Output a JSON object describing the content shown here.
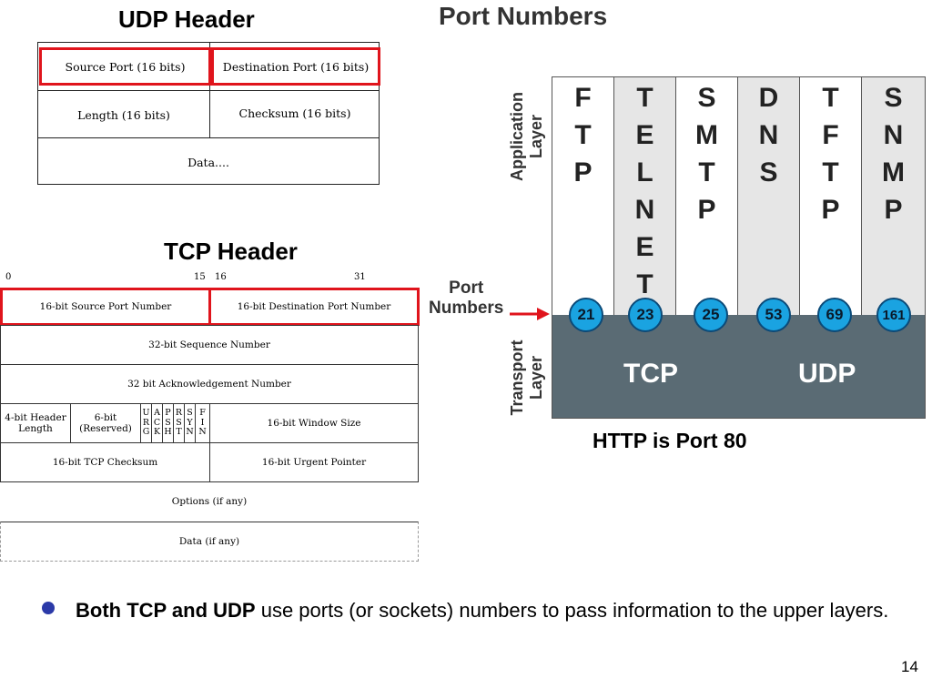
{
  "udp": {
    "title": "UDP Header",
    "source_port": "Source Port (16 bits)",
    "dest_port": "Destination Port (16 bits)",
    "length": "Length (16 bits)",
    "checksum": "Checksum (16 bits)",
    "data": "Data...."
  },
  "tcp": {
    "title": "TCP Header",
    "bits": {
      "b0": "0",
      "b15": "15",
      "b16": "16",
      "b31": "31"
    },
    "source_port": "16-bit Source Port Number",
    "dest_port": "16-bit Destination Port Number",
    "sequence": "32-bit Sequence Number",
    "ack": "32 bit Acknowledgement Number",
    "header_length": "4-bit Header Length",
    "reserved": "6-bit (Reserved)",
    "flags": [
      {
        "l1": "U",
        "l2": "R",
        "l3": "G"
      },
      {
        "l1": "A",
        "l2": "C",
        "l3": "K"
      },
      {
        "l1": "P",
        "l2": "S",
        "l3": "H"
      },
      {
        "l1": "R",
        "l2": "S",
        "l3": "T"
      },
      {
        "l1": "S",
        "l2": "Y",
        "l3": "N"
      },
      {
        "l1": "F",
        "l2": "I",
        "l3": "N"
      }
    ],
    "window": "16-bit Window Size",
    "checksum": "16-bit TCP Checksum",
    "urgent": "16-bit Urgent Pointer",
    "options": "Options (if any)",
    "data": "Data (if any)"
  },
  "ports": {
    "title": "Port Numbers",
    "app_layer_l1": "Application",
    "app_layer_l2": "Layer",
    "transport_l1": "Transport",
    "transport_l2": "Layer",
    "port_label_l1": "Port",
    "port_label_l2": "Numbers",
    "columns": [
      {
        "letters": [
          "F",
          "T",
          "P"
        ],
        "port": "21"
      },
      {
        "letters": [
          "T",
          "E",
          "L",
          "N",
          "E",
          "T"
        ],
        "port": "23"
      },
      {
        "letters": [
          "S",
          "M",
          "T",
          "P"
        ],
        "port": "25"
      },
      {
        "letters": [
          "D",
          "N",
          "S"
        ],
        "port": "53"
      },
      {
        "letters": [
          "T",
          "F",
          "T",
          "P"
        ],
        "port": "69"
      },
      {
        "letters": [
          "S",
          "N",
          "M",
          "P"
        ],
        "port": "161"
      }
    ],
    "tcp_label": "TCP",
    "udp_label": "UDP",
    "http_note": "HTTP is Port 80"
  },
  "bullet": {
    "bold": "Both TCP and UDP",
    "rest": " use ports (or sockets) numbers to pass information to the upper layers."
  },
  "page_number": "14",
  "colors": {
    "highlight": "#e0141c",
    "circle": "#1aa3e1",
    "transport_band": "#5a6b74",
    "alt_column": "#e6e6e6",
    "bullet": "#2b3aa8"
  }
}
